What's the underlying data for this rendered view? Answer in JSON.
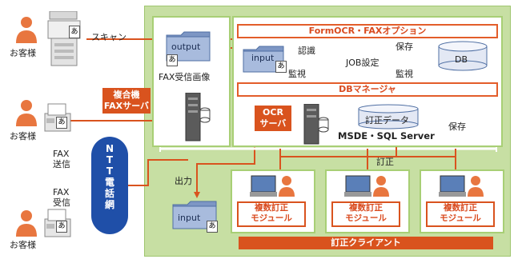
{
  "customers": {
    "label": "お客様"
  },
  "labels": {
    "scan": "スキャン",
    "fax_send": "FAX\n送信",
    "fax_receive": "FAX\n受信",
    "fax_received_image": "FAX受信画像",
    "recognize": "認識",
    "monitor": "監視",
    "job_settings": "JOB設定",
    "save": "保存",
    "monitor2": "監視",
    "save2": "保存",
    "output": "出力",
    "correction": "訂正"
  },
  "boxes": {
    "formocr": "FormOCR・FAXオプション",
    "db_manager": "DBマネージャ",
    "mfp_fax_server": "複合機\nFAXサーバ",
    "ocr_server": "OCR\nサーバ",
    "correction_client": "訂正クライアント",
    "module": "複数訂正\nモジュール"
  },
  "folders": {
    "output": "output",
    "input_top": "input",
    "input_bottom": "input",
    "doc_char": "あ"
  },
  "db": {
    "db": "DB",
    "correction_data": "訂正データ",
    "server": "MSDE・SQL Server"
  },
  "ntt": {
    "line1": "N",
    "line2": "T",
    "line3": "T",
    "line4": "電",
    "line5": "話",
    "line6": "網"
  },
  "colors": {
    "orange": "#d9531e",
    "green": "#c7dfa3",
    "navy": "#1f4fa8"
  }
}
